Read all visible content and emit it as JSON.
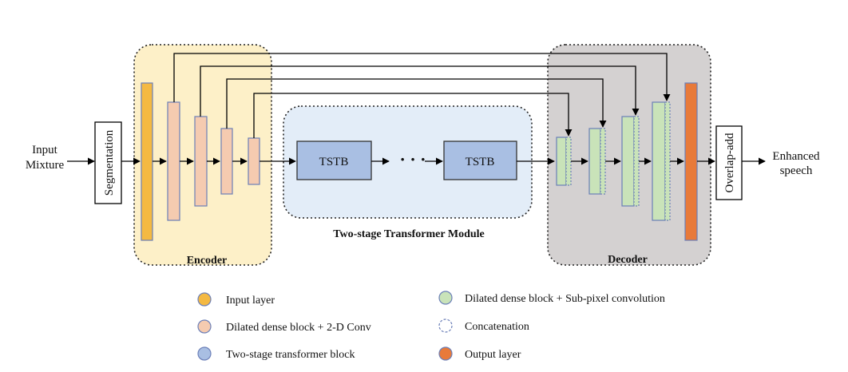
{
  "diagram": {
    "input_line1": "Input",
    "input_line2": "Mixture",
    "segmentation": "Segmentation",
    "encoder": "Encoder",
    "tstb_first": "TSTB",
    "tstb_last": "TSTB",
    "ellipsis": "· · ·",
    "module_title": "Two-stage Transformer Module",
    "decoder": "Decoder",
    "overlap_add": "Overlap-add",
    "output_line1": "Enhanced",
    "output_line2": "speech"
  },
  "legend": {
    "input_layer": "Input layer",
    "dilated_conv": "Dilated dense block + 2-D Conv",
    "tstb": "Two-stage transformer block",
    "dilated_subpixel": "Dilated dense block + Sub-pixel convolution",
    "concatenation": "Concatenation",
    "output_layer": "Output layer"
  },
  "colors": {
    "input_layer": "#f4b942",
    "encoder_block": "#f5cbb0",
    "tstb": "#a9bfe3",
    "decoder_block": "#c9e3b9",
    "output_layer": "#e87a3a",
    "encoder_bg": "#fdf0c8",
    "module_bg": "#e3edf8",
    "decoder_bg": "#d4d1d1",
    "block_border": "#6b7fb8"
  }
}
